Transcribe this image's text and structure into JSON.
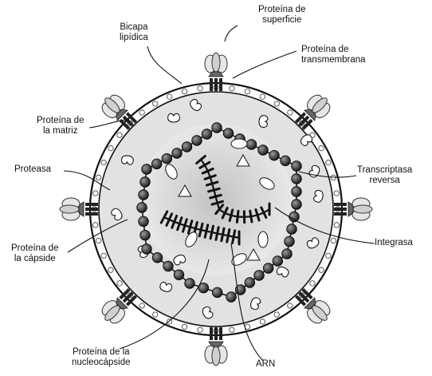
{
  "labels": {
    "bicapa": [
      "Bicapa",
      "lipídica"
    ],
    "superficie": [
      "Proteína de",
      "superficie"
    ],
    "transmembrana": [
      "Proteína de",
      "transmembrana"
    ],
    "matriz": [
      "Proteína de",
      "la matriz"
    ],
    "proteasa": [
      "Proteasa"
    ],
    "transcriptasa": [
      "Transcriptasa",
      "reversa"
    ],
    "capside": [
      "Proteína de",
      "la cápside"
    ],
    "integrasa": [
      "Integrasa"
    ],
    "nucleocapside": [
      "Proteína de la",
      "nucleocápside"
    ],
    "arn": [
      "ARN"
    ]
  },
  "colors": {
    "line": "#111111",
    "envelope_fill": "#dcdcdc",
    "capsid_bead": "#3a3a3a",
    "rna": "#111111"
  }
}
